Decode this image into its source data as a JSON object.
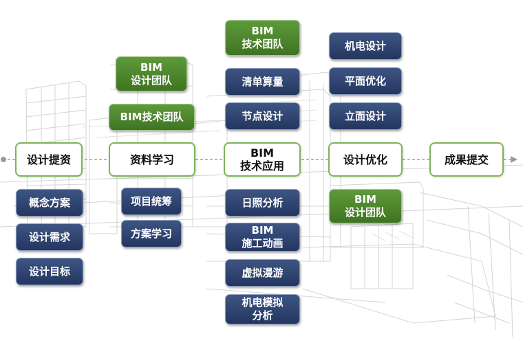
{
  "stages": [
    "设计提资",
    "资料学习",
    "BIM\n技术应用",
    "设计优化",
    "成果提交"
  ],
  "design_input": {
    "items": [
      "概念方案",
      "设计需求",
      "设计目标"
    ]
  },
  "study": {
    "teams": [
      "BIM\n设计团队",
      "BIM技术团队"
    ],
    "items": [
      "项目统筹",
      "方案学习"
    ]
  },
  "application": {
    "team": "BIM\n技术团队",
    "top_items": [
      "清单算量",
      "节点设计"
    ],
    "bottom_items": [
      "日照分析",
      "BIM\n施工动画",
      "虚拟漫游",
      "机电模拟\n分析"
    ]
  },
  "optimization": {
    "top_items": [
      "机电设计",
      "平面优化",
      "立面设计"
    ],
    "team": "BIM\n设计团队"
  },
  "colors": {
    "navy": "#2c3f6b",
    "green": "#4e8a2e",
    "stage_border": "#7bb556",
    "flow_line": "#a0a0a0"
  }
}
